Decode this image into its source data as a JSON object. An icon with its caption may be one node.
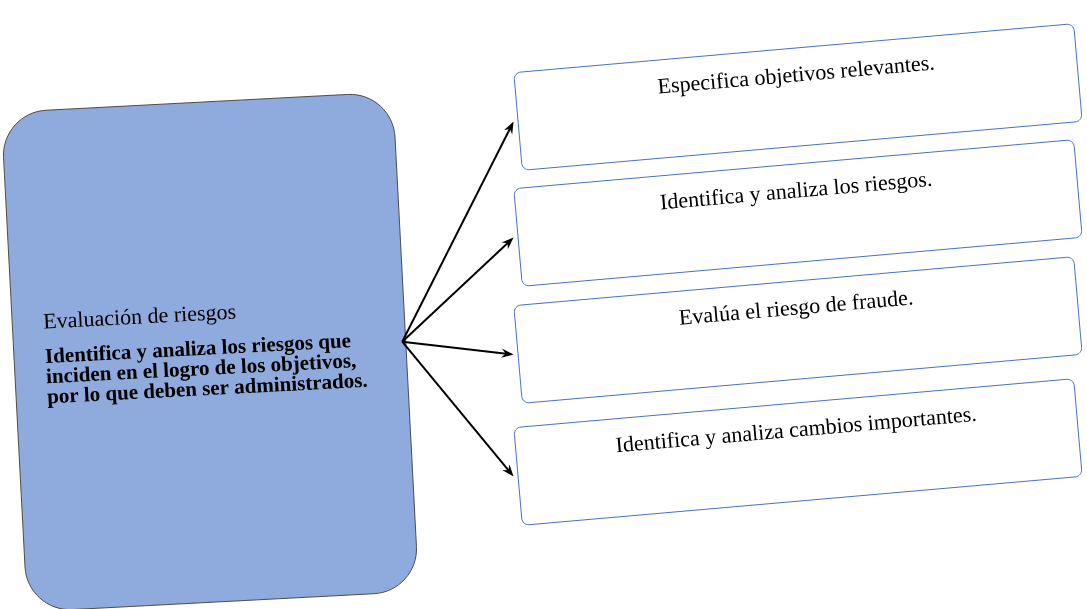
{
  "diagram": {
    "nodes": [
      {
        "text": [
          "Evaluación de riesgos",
          "Identifica y analiza los riesgos que inciden en el logro de los objetivos, por lo que deben ser administrados."
        ]
      },
      {
        "text": [
          "Especifica objetivos relevantes."
        ]
      },
      {
        "text": [
          "Identifica y analiza los riesgos."
        ]
      },
      {
        "text": [
          "Evalúa el riesgo de fraude."
        ]
      },
      {
        "text": [
          "Identifica y analiza cambios importantes."
        ]
      }
    ],
    "edges": [
      {
        "from": 0,
        "to": 1,
        "arrow": "to"
      },
      {
        "from": 0,
        "to": 2,
        "arrow": "to"
      },
      {
        "from": 0,
        "to": 3,
        "arrow": "to"
      },
      {
        "from": 0,
        "to": 4,
        "arrow": "to"
      }
    ]
  }
}
